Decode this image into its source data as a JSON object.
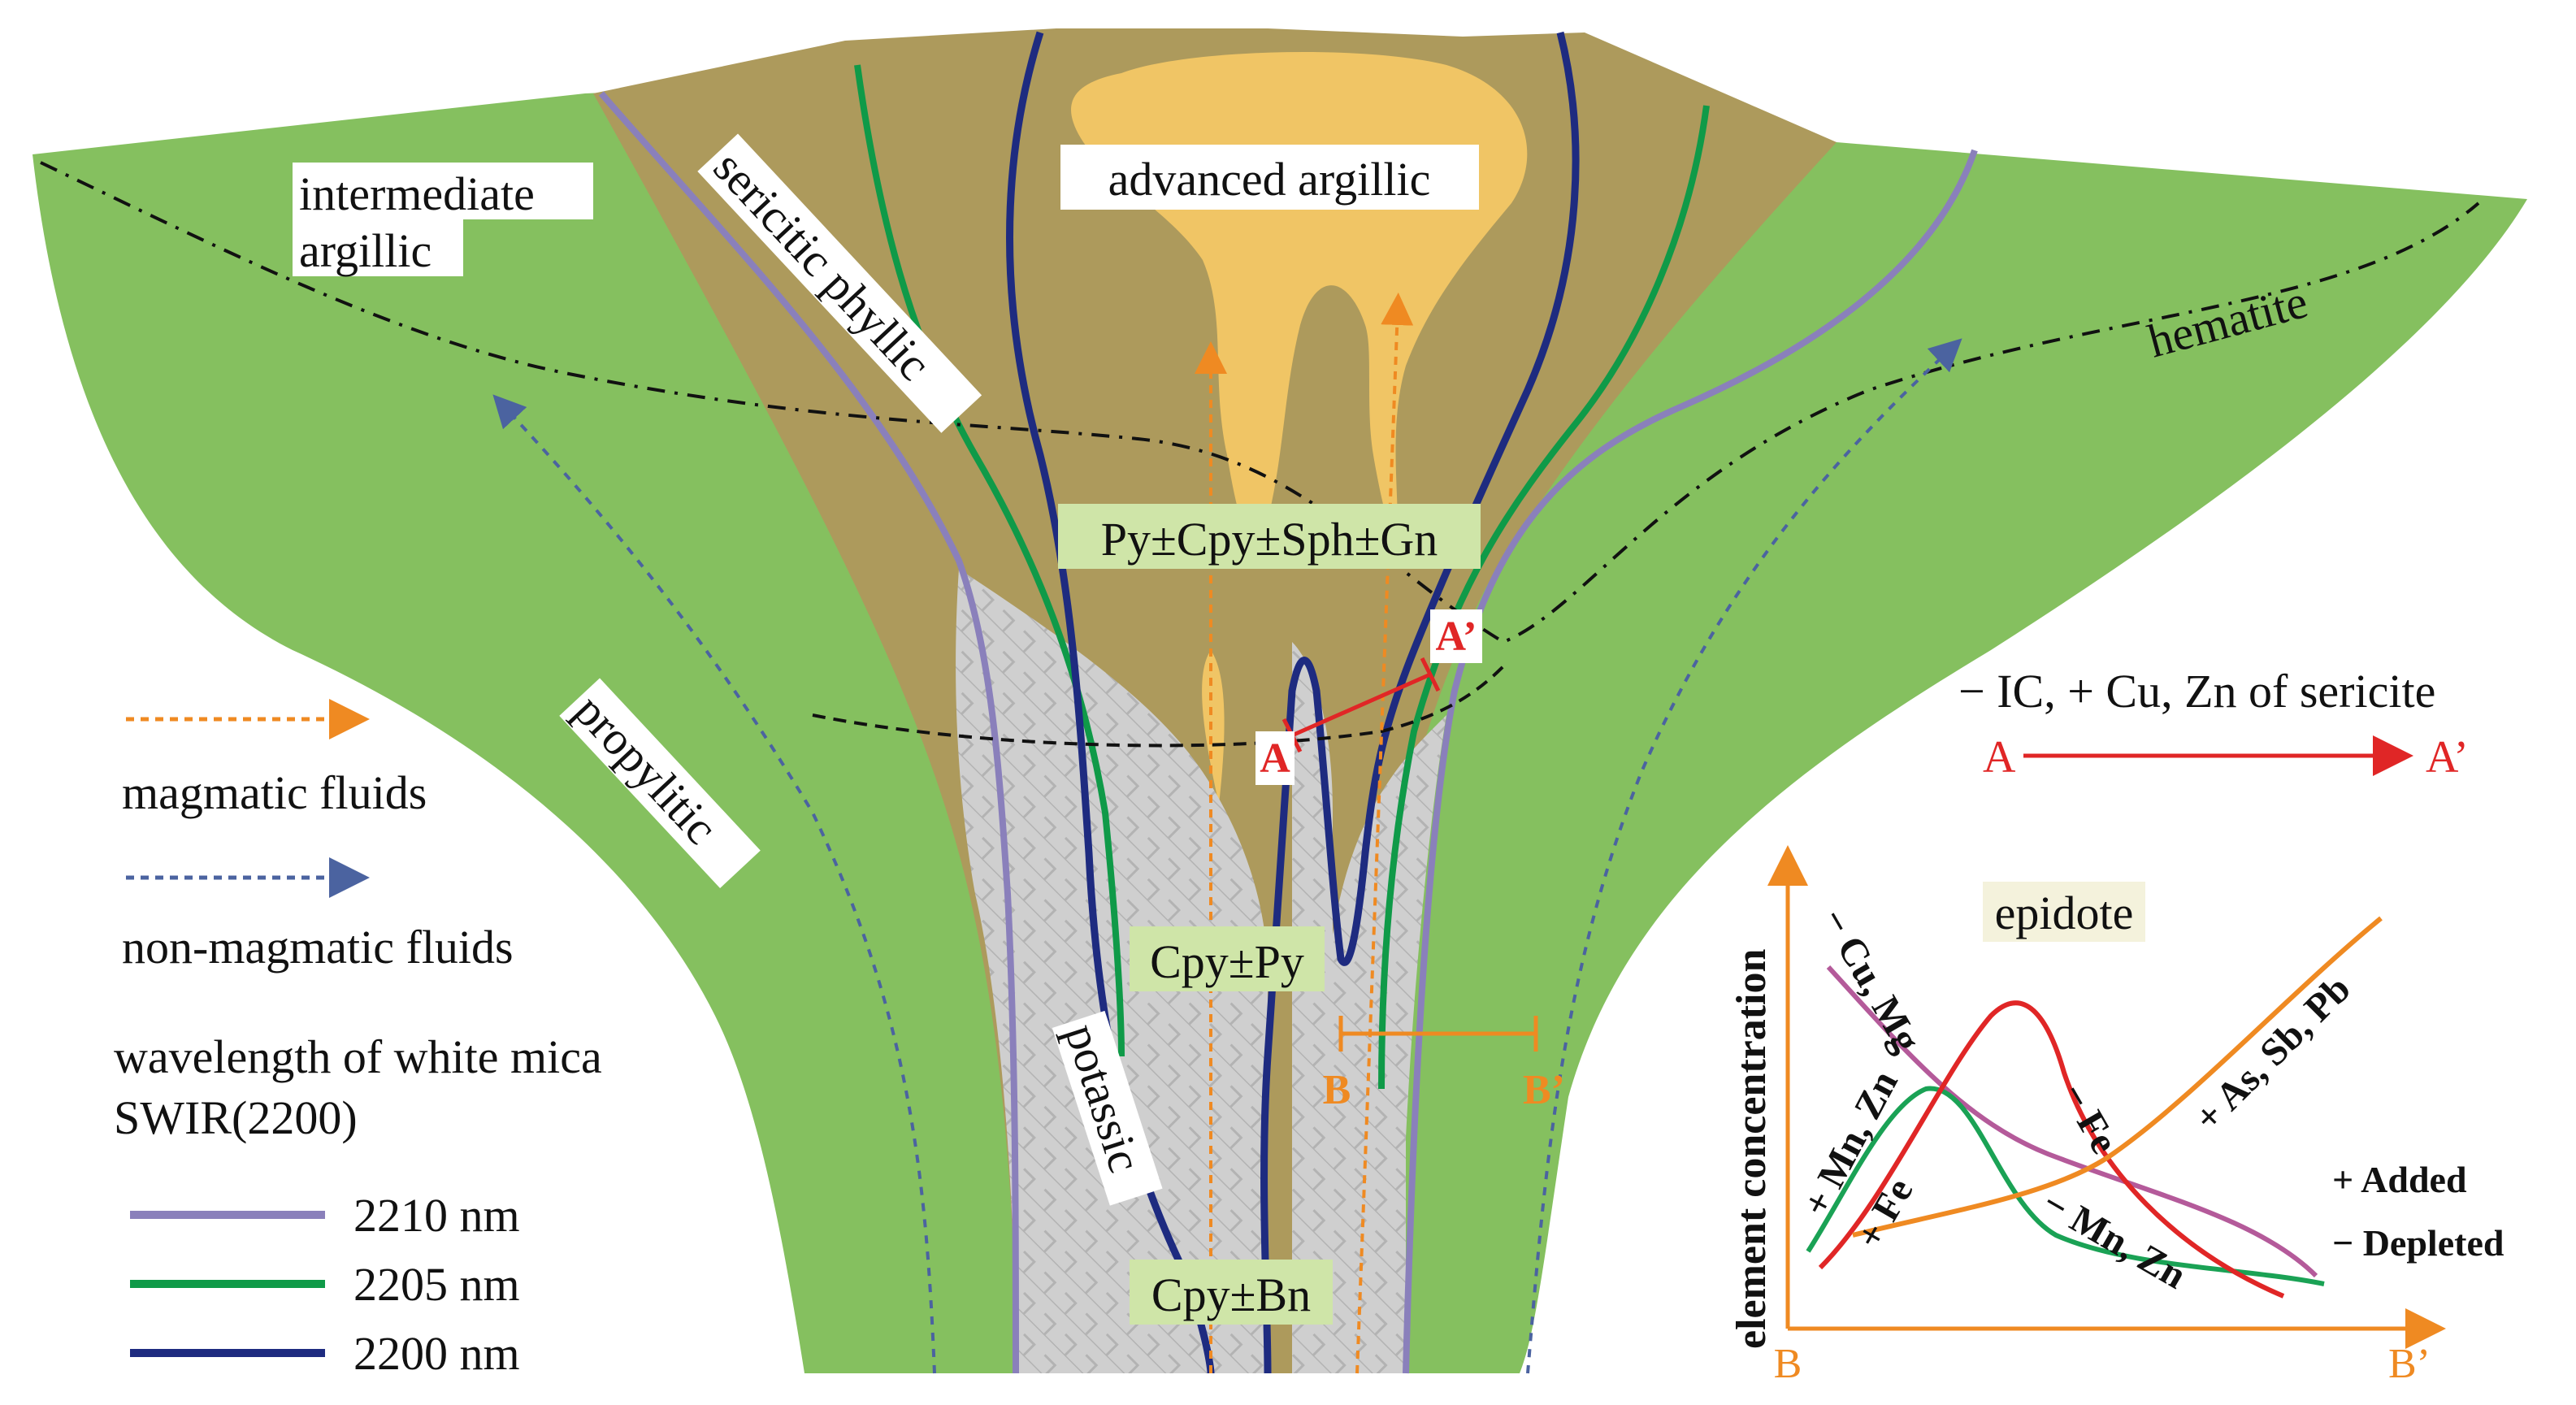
{
  "zones": {
    "advanced_argillic": "advanced argillic",
    "sericitic_phyllic": "sericitic phyllic",
    "intermediate_argillic_line1": "intermediate",
    "intermediate_argillic_line2": "argillic",
    "propylitic": "propylitic",
    "potassic": "potassic",
    "hematite": "hematite"
  },
  "minerals": {
    "upper": "Py±Cpy±Sph±Gn",
    "middle": "Cpy±Py",
    "lower": "Cpy±Bn"
  },
  "sections": {
    "a_start": "A",
    "a_end": "A’",
    "b_start": "B",
    "b_end": "B’"
  },
  "legend": {
    "magmatic": "magmatic fluids",
    "non_magmatic": "non-magmatic fluids",
    "swir_title_line1": "wavelength of white mica",
    "swir_title_line2": "SWIR(2200)",
    "line_2210": "2210 nm",
    "line_2205": "2205 nm",
    "line_2200": "2200 nm"
  },
  "sericite_trend": {
    "text": "− IC, + Cu, Zn of sericite",
    "from": "A",
    "to": "A’"
  },
  "inset": {
    "title": "epidote",
    "ylabel": "element concentration",
    "x_start": "B",
    "x_end": "B’",
    "curve_cu_mg": "− Cu, Mg",
    "curve_mn_zn_add": "+ Mn, Zn",
    "curve_fe_add": "+ Fe",
    "curve_fe_dep": "− Fe",
    "curve_mn_zn_dep": "− Mn, Zn",
    "curve_as_sb_pb": "+ As, Sb, Pb",
    "key_added": "+ Added",
    "key_depleted": "− Depleted"
  },
  "colors": {
    "propylitic_green": "#85c05f",
    "phyllic_brown": "#ad9a5c",
    "argillic_yellow": "#f0c565",
    "potassic_gray": "#cfcfcf",
    "line_2210": "#8a80bb",
    "line_2205": "#0f9a48",
    "line_2200": "#1e2b80",
    "magmatic_orange": "#ef8a22",
    "non_magmatic_blue": "#4b63a0",
    "section_red": "#e02626",
    "axis_orange": "#ef8a22",
    "inset_bg": "#f4f2dc"
  }
}
